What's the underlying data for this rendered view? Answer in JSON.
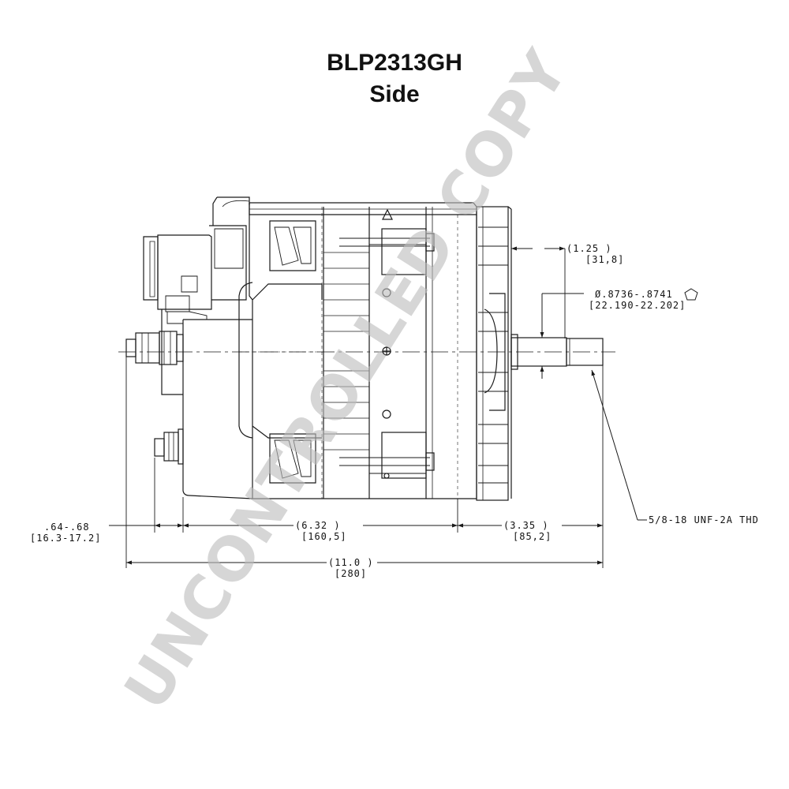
{
  "header": {
    "title": "BLP2313GH",
    "subtitle": "Side"
  },
  "dimensions": {
    "pulley_length": {
      "inch": "(1.25  )",
      "mm": "[31,8]"
    },
    "shaft_diameter": {
      "inch": "Ø.8736-.8741",
      "mm": "[22.190-22.202]"
    },
    "terminal_offset": {
      "inch": ".64-.68",
      "mm": "[16.3-17.2]"
    },
    "body_length": {
      "inch": "(6.32    )",
      "mm": "[160,5]"
    },
    "shaft_extension": {
      "inch": "(3.35   )",
      "mm": "[85,2]"
    },
    "overall_length": {
      "inch": "(11.0 )",
      "mm": "[280]"
    },
    "thread_callout": "5/8-18 UNF-2A THD"
  },
  "symbols": {
    "datum_icon": "pentagon-datum-icon"
  },
  "watermark": {
    "text": "UNCONTROLLED COPY",
    "color": "#bdbdbd"
  },
  "colors": {
    "line": "#1a1a1a",
    "text": "#111111"
  }
}
